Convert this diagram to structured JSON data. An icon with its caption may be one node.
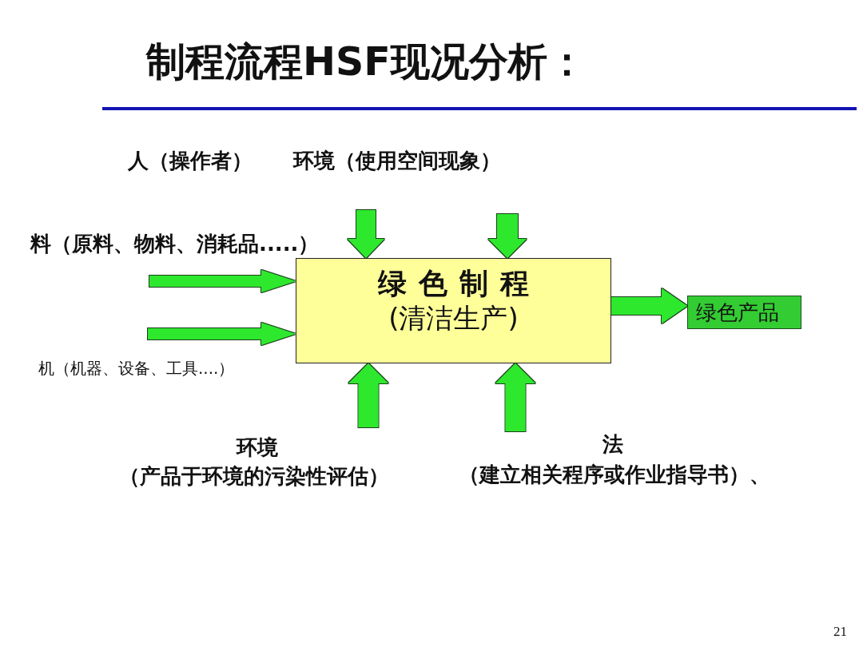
{
  "diagram": {
    "title": "制程流程HSF现况分析：",
    "nodes": [
      {
        "text": [
          "绿色制程",
          "(清洁生产)"
        ]
      },
      {
        "text": [
          "绿色产品"
        ]
      }
    ],
    "edges": [
      {
        "from": null,
        "to": 0,
        "arrow": "to"
      },
      {
        "from": null,
        "to": 0,
        "arrow": "to"
      },
      {
        "from": null,
        "to": 0,
        "arrow": "to"
      },
      {
        "from": null,
        "to": 0,
        "arrow": "to"
      },
      {
        "from": null,
        "to": 0,
        "arrow": "to"
      },
      {
        "from": null,
        "to": 0,
        "arrow": "to"
      },
      {
        "from": 0,
        "to": 1,
        "arrow": "to"
      }
    ],
    "labels": [
      "人（操作者）",
      "环境（使用空间现象）",
      "料（原料、物料、消耗品.....）",
      "机（机器、设备、工具....）",
      "环境",
      "（产品于环境的污染性评估）",
      "法",
      "（建立相关程序或作业指导书）、",
      "21"
    ]
  }
}
